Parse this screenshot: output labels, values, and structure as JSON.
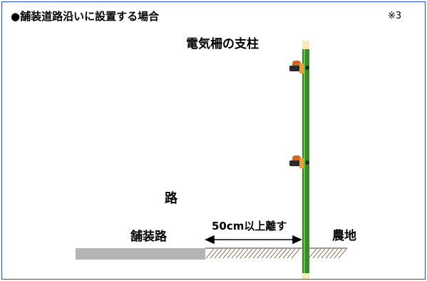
{
  "heading": "●舗装道路沿いに設置する場合",
  "note": "※3",
  "labels": {
    "post": "電気柵の支柱",
    "road": "路",
    "paved_road": "舗装路",
    "distance": "50cm以上離す",
    "farmland": "農地"
  },
  "colors": {
    "frame_border": "#1f4fd6",
    "post": "#3a8a2c",
    "post_cap": "#f3eab8",
    "insulator_body": "#d0661e",
    "insulator_dark": "#2a2a2a",
    "paved_surface": "#b4b4b4",
    "soil_hatch": "#8a7a62"
  }
}
